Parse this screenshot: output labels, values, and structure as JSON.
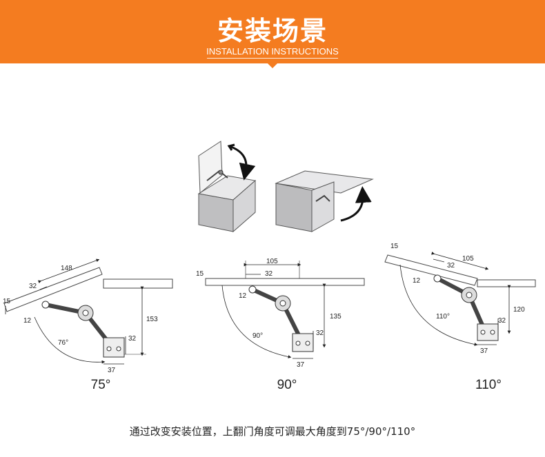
{
  "header": {
    "title": "安装场景",
    "subtitle": "INSTALLATION INSTRUCTIONS",
    "banner_color": "#f47c20"
  },
  "diagrams": [
    {
      "angle_label": "75°",
      "dims": {
        "panel_len": "148",
        "offset": "32",
        "thickness": "15",
        "pivot": "12",
        "angle": "76°",
        "height": "153",
        "base": "32",
        "width": "37"
      }
    },
    {
      "angle_label": "90°",
      "dims": {
        "span": "105",
        "offset": "32",
        "thickness": "15",
        "pivot": "12",
        "angle": "90°",
        "height": "135",
        "base": "32",
        "width": "37"
      }
    },
    {
      "angle_label": "110°",
      "dims": {
        "thickness": "15",
        "offset": "32",
        "span": "105",
        "pivot": "12",
        "angle": "110°",
        "height": "120",
        "base": "32",
        "width": "37"
      }
    }
  ],
  "caption": "通过改变安装位置，上翻门角度可调最大角度到75°/90°/110°"
}
